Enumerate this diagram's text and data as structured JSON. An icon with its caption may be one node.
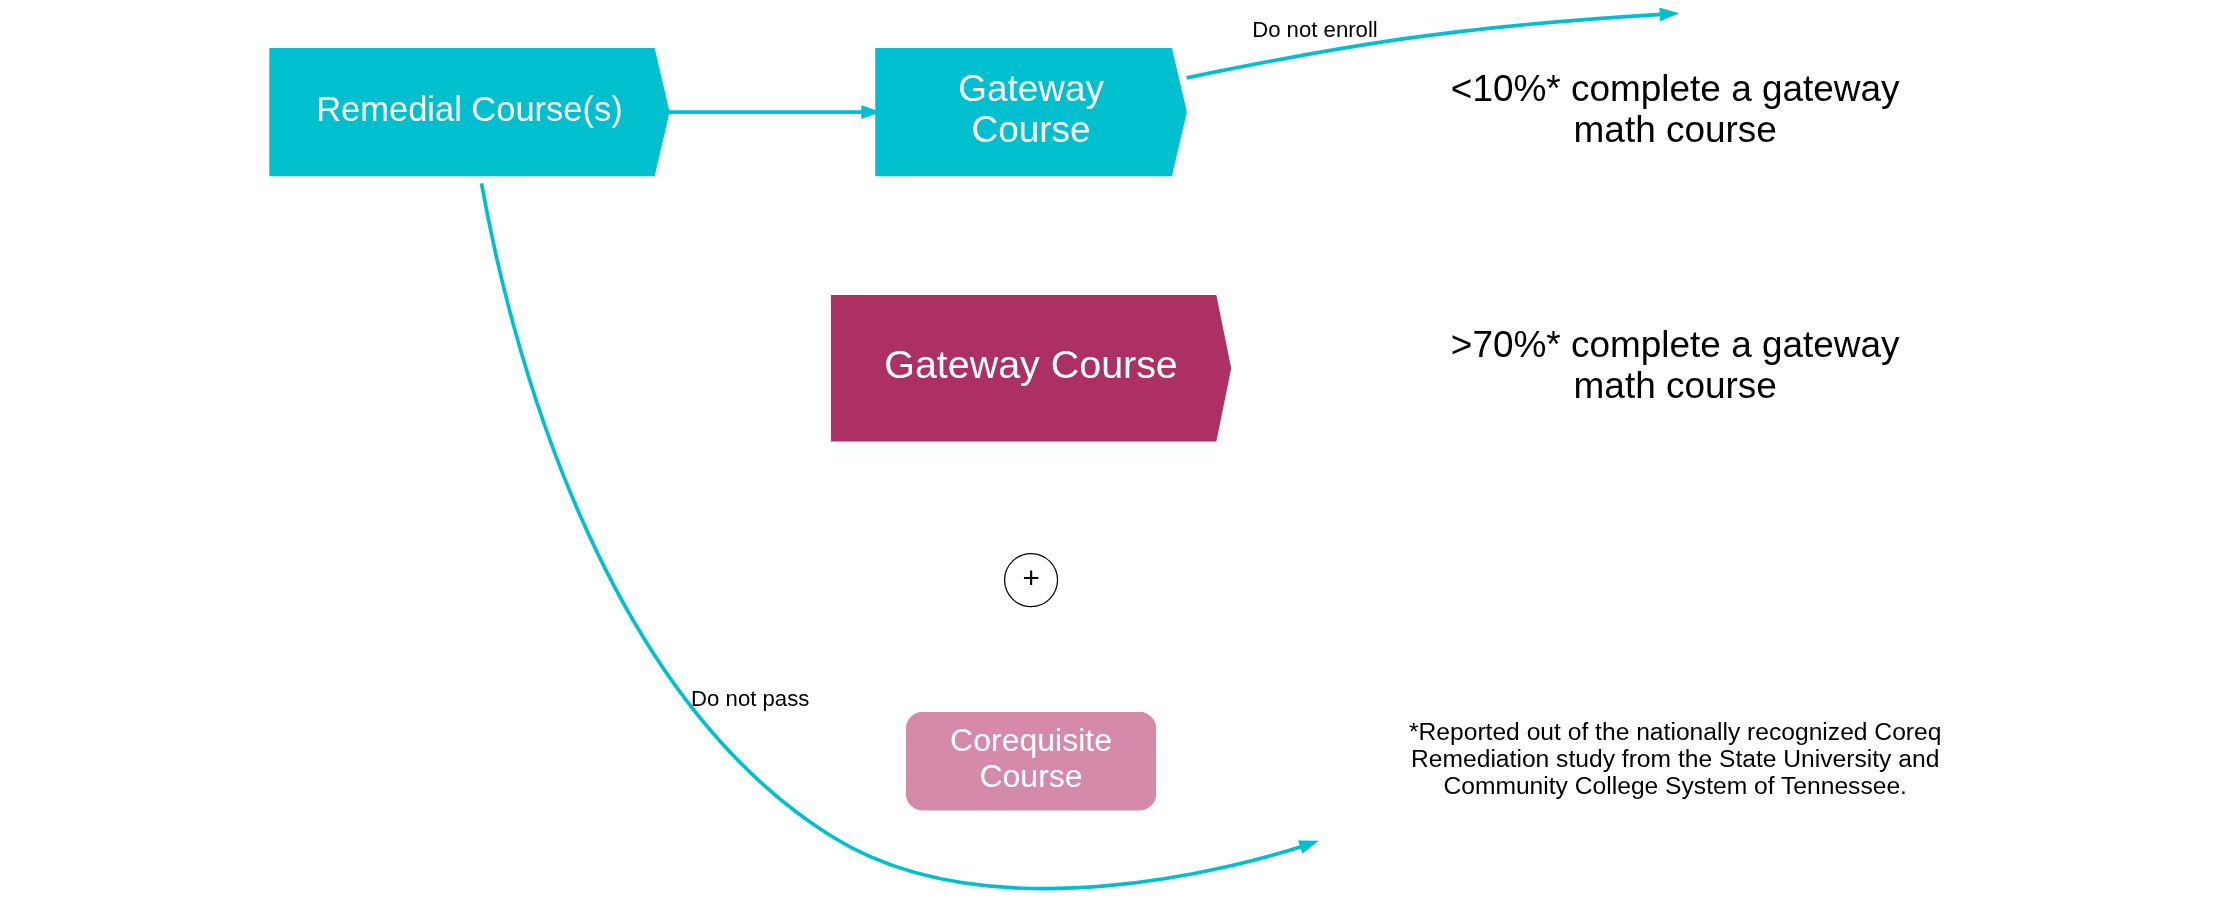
{
  "diagram": {
    "nodes": [
      {
        "text": [
          "Remedial Course(s)"
        ]
      },
      {
        "text": [
          "Gateway Course"
        ]
      },
      {
        "text": [
          "<10%* complete a gateway math course"
        ]
      },
      {
        "text": [
          "Gateway Course"
        ]
      },
      {
        "text": [
          ">70%* complete a gateway math course"
        ]
      },
      {
        "text": [
          "+"
        ]
      },
      {
        "text": [
          "Corequisite Course"
        ]
      }
    ],
    "edges": [
      {
        "from": 0,
        "to": 1,
        "arrow": "to"
      },
      {
        "from": 0,
        "to": null,
        "arrow": "to",
        "label": "Do not pass"
      },
      {
        "from": 1,
        "to": null,
        "arrow": "to",
        "label": "Do not enroll"
      }
    ],
    "labels": [
      "*Reported out of the nationally recognized Coreq Remediation study from the State University and Community College System of Tennessee."
    ]
  }
}
